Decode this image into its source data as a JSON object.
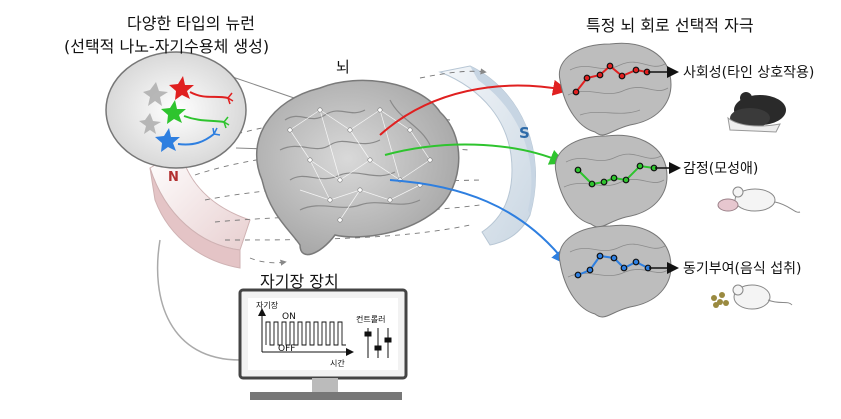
{
  "neuron_title_line1": "다양한 타입의 뉴런",
  "neuron_title_line2": "(선택적 나노-자기수용체 생성)",
  "brain_label": "뇌",
  "circuit_title": "특정 뇌 회로 선택적 자극",
  "outputs": [
    {
      "label": "사회성(타인 상호작용)",
      "color": "#e02020"
    },
    {
      "label": "감정(모성애)",
      "color": "#2ec42e"
    },
    {
      "label": "동기부여(음식 섭취)",
      "color": "#2e7fe0"
    }
  ],
  "device": {
    "title": "자기장 장치",
    "y_axis_label": "자기장",
    "on_label": "ON",
    "off_label": "OFF",
    "x_axis_label": "시간",
    "controller_label": "컨트롤러"
  },
  "magnet": {
    "north_label": "N",
    "south_label": "S"
  },
  "colors": {
    "red": "#e02020",
    "green": "#2ec42e",
    "blue": "#2e7fe0",
    "brain_fill": "#bdbdbd",
    "magnet_north": "#f3e3e3",
    "magnet_south": "#dde7f0"
  }
}
